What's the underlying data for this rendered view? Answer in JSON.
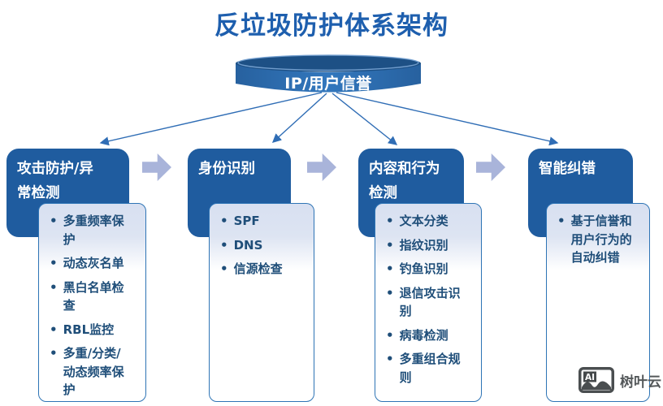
{
  "title": "反垃圾防护体系架构",
  "reputation": {
    "label": "IP/用户信誉"
  },
  "columns": [
    {
      "id": "attack-protection",
      "header": "攻击防护/异常检测",
      "header_lines": [
        "攻击防护/异",
        "常检测"
      ],
      "items": [
        "多重频率保护",
        "动态灰名单",
        "黑白名单检查",
        "RBL监控",
        "多重/分类/动态频率保护"
      ]
    },
    {
      "id": "identity-recognition",
      "header": "身份识别",
      "header_lines": [
        "身份识别"
      ],
      "items": [
        "SPF",
        "DNS",
        "信源检查"
      ]
    },
    {
      "id": "content-behavior-detection",
      "header": "内容和行为检测",
      "header_lines": [
        "内容和行为",
        "检测"
      ],
      "items": [
        "文本分类",
        "指纹识别",
        "钓鱼识别",
        "退信攻击识别",
        "病毒检测",
        "多重组合规则"
      ]
    },
    {
      "id": "intelligent-correction",
      "header": "智能纠错",
      "header_lines": [
        "智能纠错"
      ],
      "items": [
        "基于信誉和用户行为的自动纠错"
      ]
    }
  ],
  "watermark": {
    "icon_label": "AI",
    "text": "树叶云"
  },
  "colors": {
    "title_blue": "#1e5fae",
    "box_fill": "#1f5c9f",
    "cylinder_body": "#2e6fb3",
    "cylinder_top": "#1d5085",
    "list_border": "#2e74b5",
    "list_text": "#1f4e79",
    "block_arrow": "#a9b4da",
    "connector_line": "#2f6db5",
    "watermark_gray": "#54585a"
  }
}
